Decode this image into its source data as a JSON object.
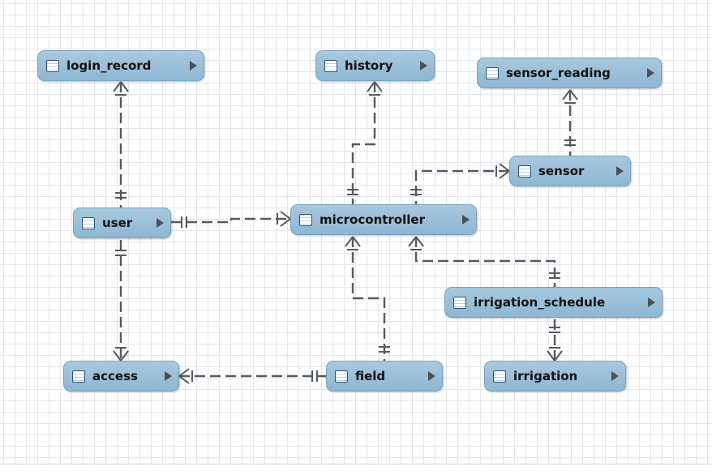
{
  "diagram": {
    "tables": [
      {
        "id": "login_record",
        "label": "login_record"
      },
      {
        "id": "history",
        "label": "history"
      },
      {
        "id": "sensor_reading",
        "label": "sensor_reading"
      },
      {
        "id": "sensor",
        "label": "sensor"
      },
      {
        "id": "user",
        "label": "user"
      },
      {
        "id": "microcontroller",
        "label": "microcontroller"
      },
      {
        "id": "irrigation_schedule",
        "label": "irrigation_schedule"
      },
      {
        "id": "access",
        "label": "access"
      },
      {
        "id": "field",
        "label": "field"
      },
      {
        "id": "irrigation",
        "label": "irrigation"
      }
    ],
    "relationships": [
      {
        "from": "user",
        "to": "login_record",
        "type": "one-to-many"
      },
      {
        "from": "microcontroller",
        "to": "history",
        "type": "one-to-many"
      },
      {
        "from": "sensor",
        "to": "sensor_reading",
        "type": "one-to-many"
      },
      {
        "from": "microcontroller",
        "to": "sensor",
        "type": "one-to-many"
      },
      {
        "from": "user",
        "to": "microcontroller",
        "type": "one-to-many"
      },
      {
        "from": "user",
        "to": "access",
        "type": "one-to-many"
      },
      {
        "from": "field",
        "to": "access",
        "type": "one-to-many"
      },
      {
        "from": "field",
        "to": "microcontroller",
        "type": "one-to-many"
      },
      {
        "from": "irrigation_schedule",
        "to": "microcontroller",
        "type": "one-to-many"
      },
      {
        "from": "irrigation_schedule",
        "to": "irrigation",
        "type": "one-to-many"
      }
    ],
    "colors": {
      "node_fill": "#98bfd9",
      "node_border": "#7aa2bf",
      "line": "#555a5e",
      "grid": "#e2e6ea"
    },
    "icons": {
      "table": "table-icon",
      "expand": "expand-arrow-icon"
    }
  }
}
